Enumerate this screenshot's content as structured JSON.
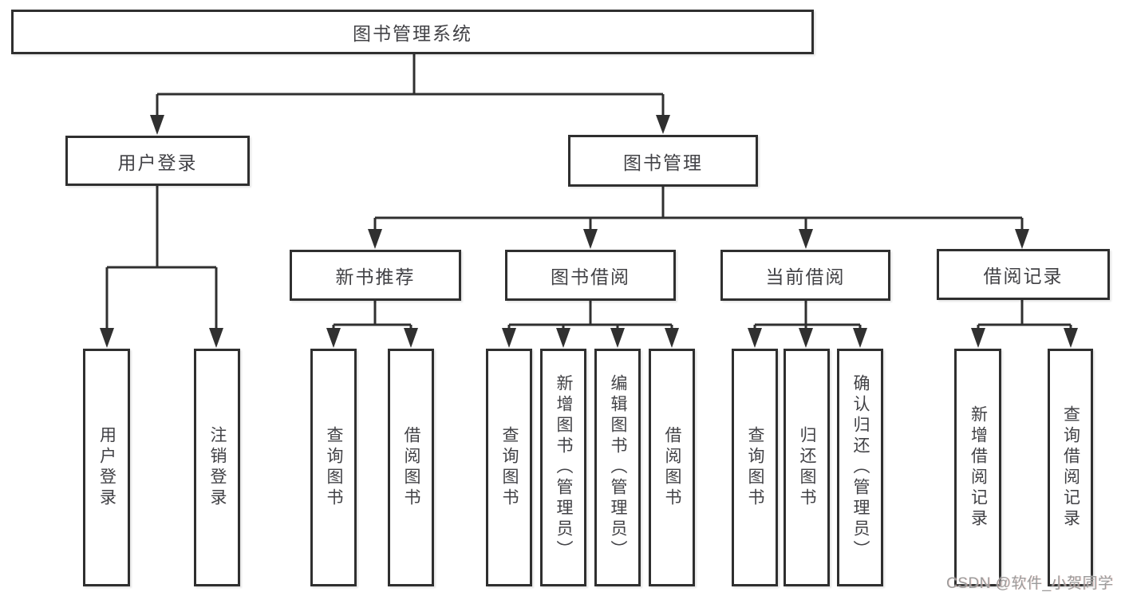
{
  "diagram": {
    "root": {
      "label": "图书管理系统"
    },
    "level2": [
      {
        "label": "用户登录"
      },
      {
        "label": "图书管理"
      }
    ],
    "level3": [
      {
        "label": "新书推荐",
        "parent": "图书管理"
      },
      {
        "label": "图书借阅",
        "parent": "图书管理"
      },
      {
        "label": "当前借阅",
        "parent": "图书管理"
      },
      {
        "label": "借阅记录",
        "parent": "图书管理"
      }
    ],
    "leaves": [
      {
        "label": "用户登录",
        "parent": "用户登录"
      },
      {
        "label": "注销登录",
        "parent": "用户登录"
      },
      {
        "label": "查询图书",
        "parent": "新书推荐"
      },
      {
        "label": "借阅图书",
        "parent": "新书推荐"
      },
      {
        "label": "查询图书",
        "parent": "图书借阅"
      },
      {
        "label": "新增图书（管理员）",
        "parent": "图书借阅"
      },
      {
        "label": "编辑图书（管理员）",
        "parent": "图书借阅"
      },
      {
        "label": "借阅图书",
        "parent": "图书借阅"
      },
      {
        "label": "查询图书",
        "parent": "当前借阅"
      },
      {
        "label": "归还图书",
        "parent": "当前借阅"
      },
      {
        "label": "确认归还（管理员）",
        "parent": "当前借阅"
      },
      {
        "label": "新增借阅记录",
        "parent": "借阅记录"
      },
      {
        "label": "查询借阅记录",
        "parent": "借阅记录"
      }
    ]
  },
  "watermark": {
    "text": "CSDN @软件_小贺同学"
  }
}
